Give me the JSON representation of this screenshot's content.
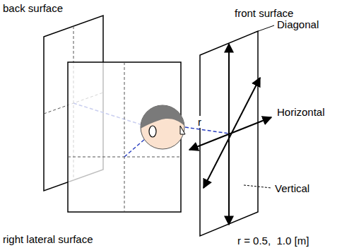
{
  "diagram": {
    "labels": [
      "back surface",
      "right lateral surface",
      "front surface",
      "Diagonal",
      "Horizontal",
      "Vertical",
      "r",
      "r = 0.5,  1.0 [m]"
    ]
  }
}
